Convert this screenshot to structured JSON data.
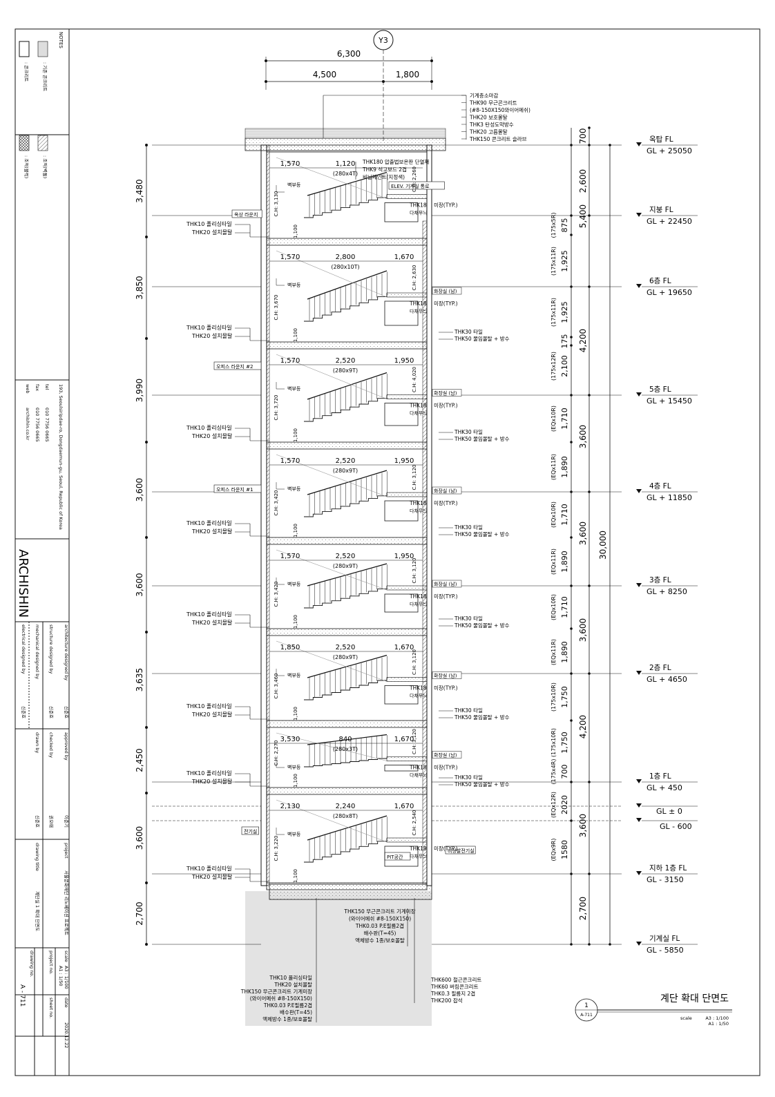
{
  "notes_label": "NOTES",
  "legend": [
    {
      "label": ": 기존 콘크리트"
    },
    {
      "label": ": 콘크리트"
    },
    {
      "label": ": 조적(벽돌)"
    },
    {
      "label": ": 조적(블럭)"
    }
  ],
  "contact": {
    "address": "193, Seoulsiripdae-ro, Dongdaemun-gu, Seoul, Republic of Korea",
    "tel_label": "tel",
    "tel": "010 7756 0665",
    "fax_label": "fax",
    "fax": "010 7756 0665",
    "web_label": "web",
    "web": "archishin.co.kr"
  },
  "firm": "ARCHISHIN",
  "title_block": {
    "architecture_label": "architecture designed by",
    "architecture_value": "신준호",
    "structure_label": "structure designed by",
    "structure_value": "신준호",
    "mechanical_label": "mechanical designed by",
    "electrical_label": "electrical designed by",
    "approved_label": "approved by",
    "approved_value": "이준기",
    "checked_label": "checked by",
    "checked_value": "권오태",
    "drawn_label": "drawn by",
    "drawn_value": "신준호",
    "project_label": "project",
    "project_value": "서울문화재단 리노베이션 프로젝트",
    "drawing_title_label": "drawing title",
    "drawing_title_value": "계단실 1 확대 단면도",
    "scale_label": "scale",
    "scale_value_a3": "A3 : 1/100",
    "scale_value_a1": "A1 : 1/50",
    "date_label": "date",
    "date_value": "2020.12.22",
    "project_no_label": "project no.",
    "drawing_no_label": "drawing no.",
    "drawing_no_value": "A - 711",
    "sheet_no_label": "sheet no."
  },
  "drawing": {
    "grid_label": "Y3",
    "top_dims": {
      "total": "6,300",
      "left": "4,500",
      "right": "1,800"
    },
    "roof_spec": [
      "기계층소마감",
      "THK90  무근콘크리트",
      "(#8-150X150와이어메쉬)",
      "THK20  보호몰탈",
      "THK3  탄성도막방수",
      "THK20  고름몰탈",
      "THK150  콘크리트 슬라브"
    ],
    "levels": [
      {
        "name": "옥탑 FL",
        "gl": "GL  +  25050"
      },
      {
        "name": "지붕 FL",
        "gl": "GL  +  22450"
      },
      {
        "name": "6층 FL",
        "gl": "GL  +  19650"
      },
      {
        "name": "5층 FL",
        "gl": "GL  +  15450"
      },
      {
        "name": "4층 FL",
        "gl": "GL  +  11850"
      },
      {
        "name": "3층 FL",
        "gl": "GL  +  8250"
      },
      {
        "name": "2층 FL",
        "gl": "GL  +  4650"
      },
      {
        "name": "1층 FL",
        "gl": "GL  +  450"
      },
      {
        "name": "",
        "gl": "GL  ±  0"
      },
      {
        "name": "",
        "gl": "GL  -  600"
      },
      {
        "name": "지하 1층 FL",
        "gl": "GL  -  3150"
      },
      {
        "name": "기계실 FL",
        "gl": "GL  -  5850"
      }
    ],
    "left_dims": [
      "3,480",
      "3,850",
      "3,990",
      "3,600",
      "3,600",
      "3,635",
      "2,450",
      "3,600",
      "2,700"
    ],
    "riser_dims": [
      "(175x5R)",
      "(175x11R)",
      "(175x11R)",
      "(175x12R)",
      "(EQx10R)",
      "(EQx11R)",
      "(EQx10R)",
      "(EQx11R)",
      "(EQx10R)",
      "(EQx11R)",
      "(175x10R)",
      "(175x10R)",
      "(175x4R)",
      "(EQx12R)",
      "(EQx9R)"
    ],
    "riser_values": [
      "875",
      "1,925",
      "1,925",
      "175",
      "2,100",
      "1,710",
      "1,890",
      "1,710",
      "1,890",
      "1,710",
      "1,890",
      "1,750",
      "1,750",
      "700",
      "2020",
      "1580"
    ],
    "story_dims": [
      "700",
      "2,600",
      "5,400",
      "4,200",
      "3,600",
      "3,600",
      "3,600",
      "4,200",
      "3,600",
      "2,700"
    ],
    "overall_dim": "30,000",
    "room_tags": [
      "옥상 라운지",
      "오피스 라운지 #2",
      "오피스 라운지 #1",
      "전기실",
      "비상발전기실",
      "PIT공간",
      "ELEV. 기계실 통로"
    ],
    "floor_finish": [
      "THK10  폴리싱타일",
      "THK20  설치몰탈"
    ],
    "wall_finish": "벽부등",
    "toilet": "화장실 (남)",
    "toilet_finish": [
      "THK30  타일",
      "THK50  물임몰탈 + 방수"
    ],
    "door_spec": [
      "THK18",
      "미장(TYP.)",
      "다채무늬"
    ],
    "top_floor_spec": [
      "THK180  압출법보온판  단열재",
      "THK9  석고보드  2겹",
      "비닐페인트(지정색)"
    ],
    "stair_dims": [
      {
        "a": "1,570",
        "b": "1,120",
        "t": "(280x4T)"
      },
      {
        "a": "1,570",
        "b": "2,800",
        "t": "(280x10T)",
        "c": "1,670"
      },
      {
        "a": "1,570",
        "b": "2,520",
        "t": "(280x9T)",
        "c": "1,950"
      },
      {
        "a": "1,570",
        "b": "2,520",
        "t": "(280x9T)",
        "c": "1,950"
      },
      {
        "a": "1,570",
        "b": "2,520",
        "t": "(280x9T)",
        "c": "1,950"
      },
      {
        "a": "1,850",
        "b": "2,520",
        "t": "(280x9T)",
        "c": "1,670"
      },
      {
        "a": "3,530",
        "b": "840",
        "t": "(280x3T)",
        "c": "1,670"
      },
      {
        "a": "2,130",
        "b": "2,240",
        "t": "(280x8T)",
        "c": "1,670"
      }
    ],
    "ch_labels": [
      "C.H: 2,260",
      "C.H: 3,130",
      "C.H: 2,630",
      "C.H: 3,670",
      "C.H: 4,020",
      "C.H: 3,720",
      "C.H: 3,120",
      "C.H: 3,420",
      "C.H: 3,120",
      "C.H: 3,420",
      "C.H: 3,120",
      "C.H: 3,460",
      "C.H: 3,120",
      "C.H: 2,270",
      "C.H: 2,540",
      "C.H: 3,220"
    ],
    "rail_h": "1,100",
    "pit_spec": [
      "THK150  무근콘크리트  기계미장",
      "(와이어메쉬 #8-150X150)",
      "THK0.03  P.E필름2겹",
      "배수판(T=45)",
      "액체방수  1종/보호몰탈"
    ],
    "base_left_spec": [
      "THK10  폴리싱타일",
      "THK20  설치몰탈",
      "THK150  무근콘크리트 기계미장",
      "(와이어메쉬 #8-150X150)",
      "THK0.03  P.E필름2겹",
      "배수판(T=45)",
      "액체방수 1종/보호몰탈"
    ],
    "base_right_spec": [
      "THK600  철근콘크리트",
      "THK60  버림콘크리트",
      "THK0.3  필름지 2겹",
      "THK200  잡석"
    ],
    "title": "계단 확대 단면도",
    "title_num": "1",
    "title_ref": "A-711",
    "title_scale_label": "scale",
    "title_scale_a3": "A3 : 1/100",
    "title_scale_a1": "A1 : 1/50"
  }
}
